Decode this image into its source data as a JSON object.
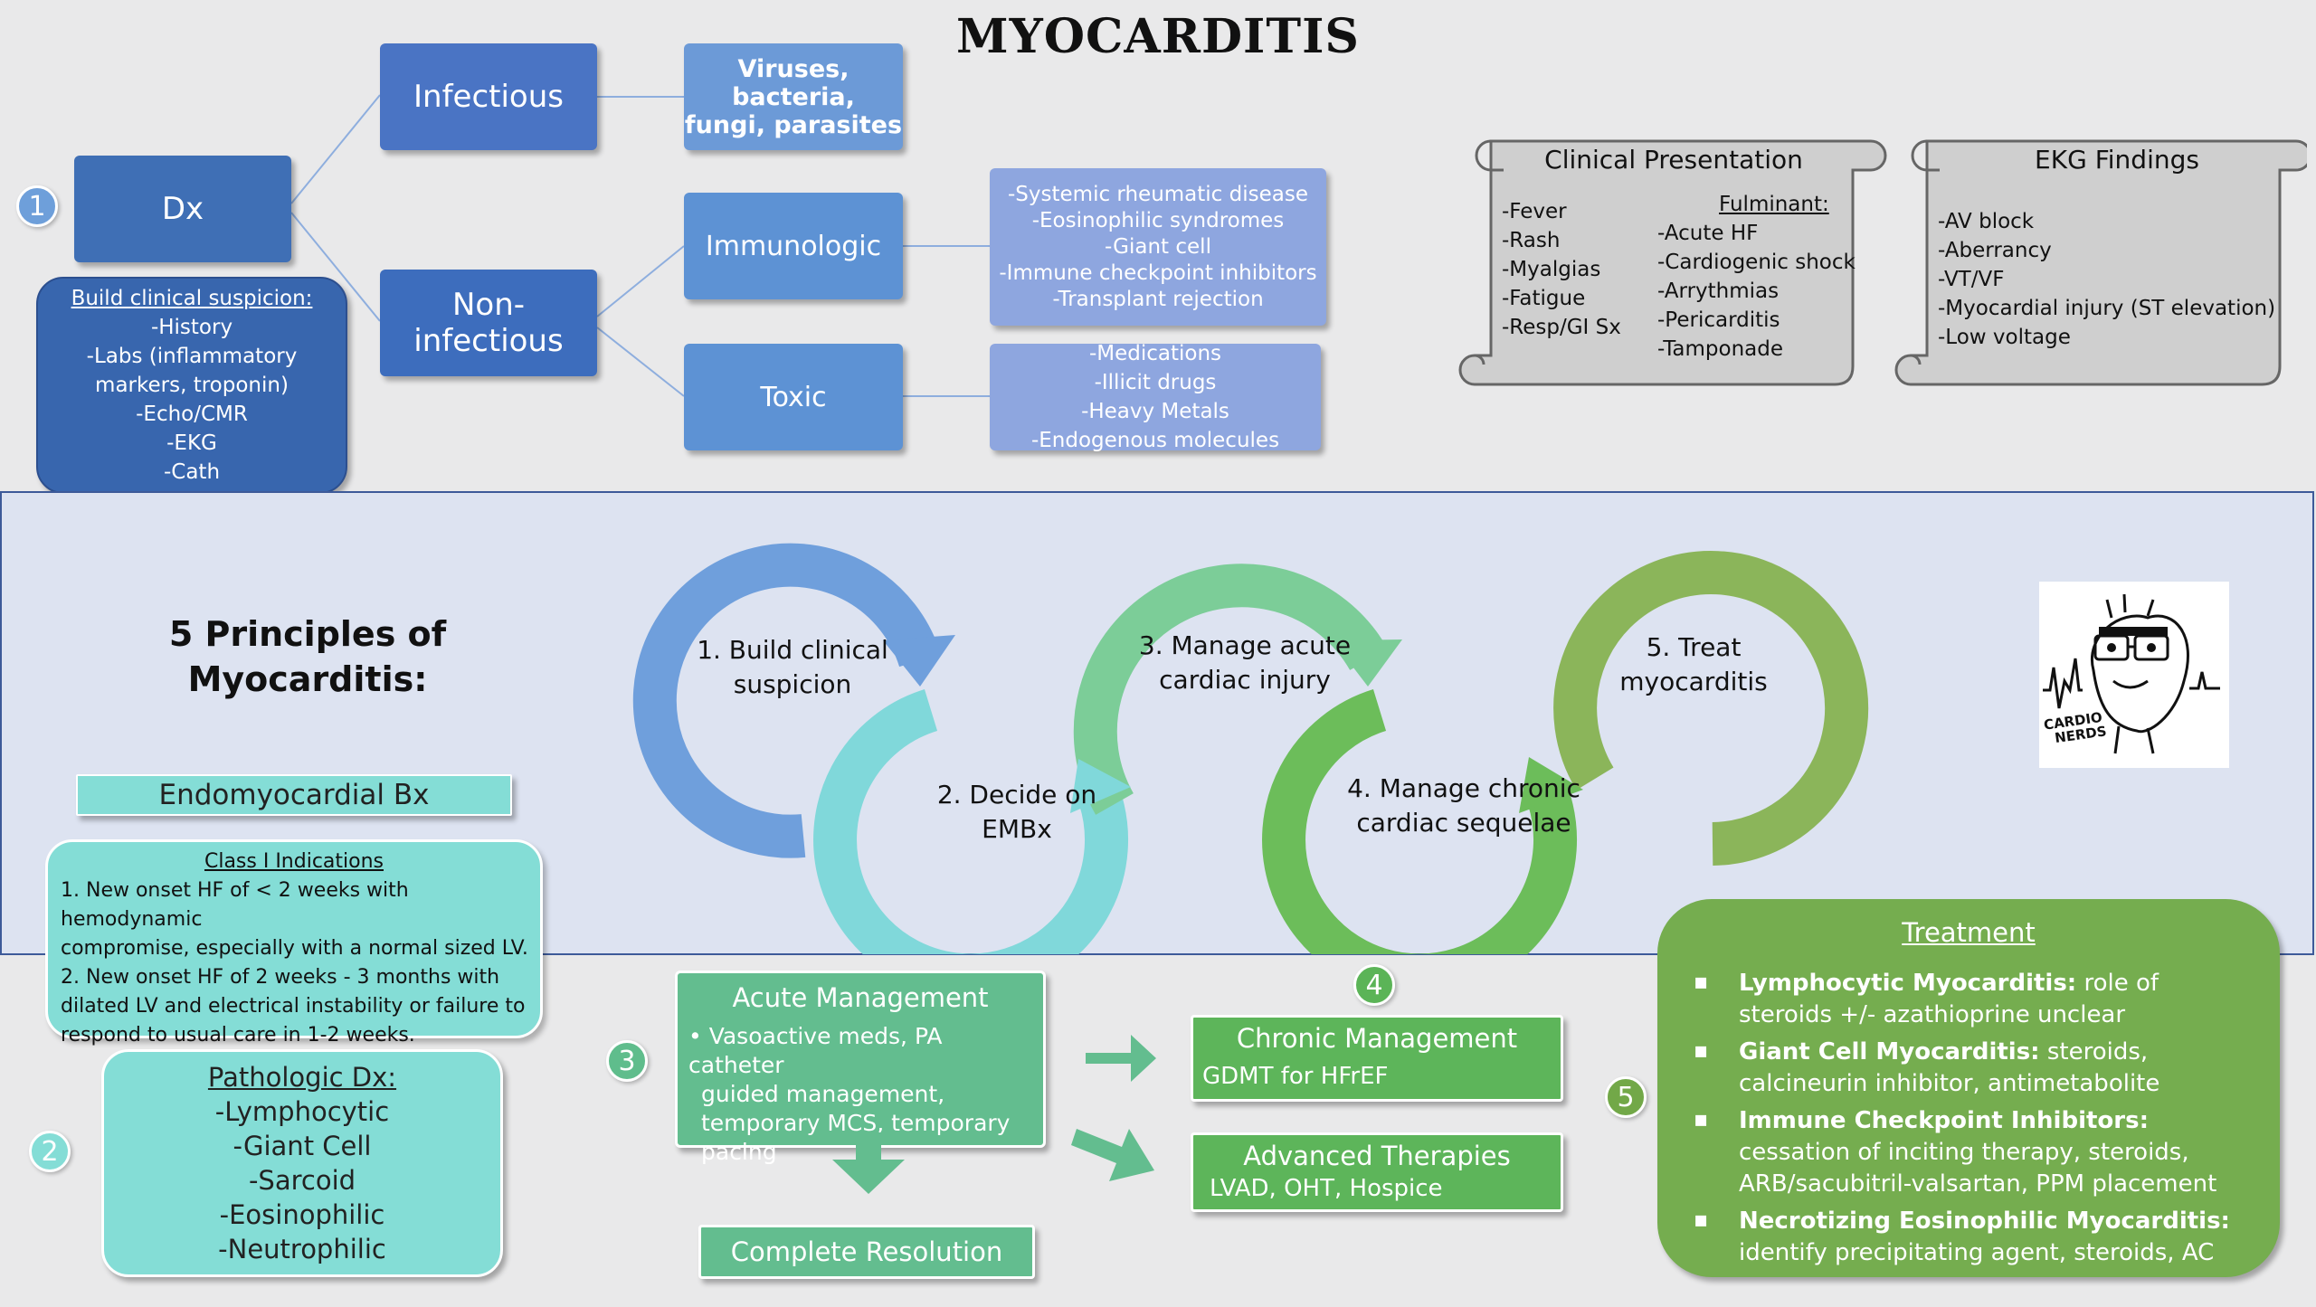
{
  "title": "MYOCARDITIS",
  "dx": {
    "number": "1",
    "label": "Dx",
    "infectious": "Infectious",
    "infectious_causes": [
      "Viruses, bacteria,",
      "fungi, parasites"
    ],
    "noninfectious": "Non-infectious",
    "immunologic": "Immunologic",
    "immunologic_causes": [
      "-Systemic rheumatic disease",
      "-Eosinophilic syndromes",
      "-Giant cell",
      "-Immune checkpoint inhibitors",
      "-Transplant rejection"
    ],
    "toxic": "Toxic",
    "toxic_causes": [
      "-Medications",
      "-Illicit drugs",
      "-Heavy Metals",
      "-Endogenous molecules"
    ],
    "suspicion_title": "Build clinical suspicion:",
    "suspicion_items": [
      "-History",
      "-Labs (inflammatory",
      "markers, troponin)",
      "-Echo/CMR",
      "-EKG",
      "-Cath"
    ]
  },
  "clinical_presentation": {
    "title": "Clinical Presentation",
    "left": [
      "-Fever",
      "-Rash",
      "-Myalgias",
      "-Fatigue",
      "-Resp/GI Sx"
    ],
    "fulminant_title": "Fulminant:",
    "fulminant": [
      "-Acute HF",
      "-Cardiogenic shock",
      "-Arrythmias",
      "-Pericarditis",
      "-Tamponade"
    ]
  },
  "ekg": {
    "title": "EKG Findings",
    "items": [
      "-AV block",
      "-Aberrancy",
      "-VT/VF",
      "-Myocardial injury (ST elevation)",
      "-Low voltage"
    ]
  },
  "principles": {
    "heading_line1": "5 Principles of",
    "heading_line2": "Myocarditis:",
    "steps": [
      {
        "line1": "1. Build clinical",
        "line2": "suspicion"
      },
      {
        "line1": "2. Decide on",
        "line2": "EMBx"
      },
      {
        "line1": "3. Manage acute",
        "line2": "cardiac injury"
      },
      {
        "line1": "4. Manage chronic",
        "line2": "cardiac sequelae"
      },
      {
        "line1": "5. Treat",
        "line2": "myocarditis"
      }
    ],
    "logo_text": [
      "CARDIO",
      "NERDS"
    ]
  },
  "embx": {
    "number": "2",
    "header": "Endomyocardial Bx",
    "indications_title": "Class I Indications",
    "indications": [
      "1. New onset HF of < 2 weeks with hemodynamic",
      "compromise, especially with a normal sized LV.",
      "2. New onset HF of 2 weeks - 3 months with",
      "dilated LV and electrical instability or failure to",
      "respond to usual care in 1-2 weeks."
    ],
    "path_title": "Pathologic Dx:",
    "path_items": [
      "-Lymphocytic",
      "-Giant Cell",
      "-Sarcoid",
      "-Eosinophilic",
      "-Neutrophilic"
    ]
  },
  "acute": {
    "number": "3",
    "title": "Acute Management",
    "body": [
      "• Vasoactive meds, PA catheter",
      "guided management,",
      "temporary MCS, temporary",
      "pacing"
    ],
    "resolution": "Complete Resolution"
  },
  "chronic": {
    "number": "4",
    "title": "Chronic Management",
    "body": "GDMT for HFrEF",
    "advanced_title": "Advanced Therapies",
    "advanced_body": "LVAD, OHT, Hospice"
  },
  "treatment": {
    "number": "5",
    "title": "Treatment",
    "items": [
      {
        "bold": "Lymphocytic Myocarditis:",
        "text": " role of steroids +/- azathioprine unclear"
      },
      {
        "bold": "Giant Cell Myocarditis:",
        "text": " steroids, calcineurin inhibitor, antimetabolite"
      },
      {
        "bold": "Immune Checkpoint Inhibitors:",
        "text": " cessation of inciting therapy, steroids, ARB/sacubitril-valsartan, PPM placement"
      },
      {
        "bold": "Necrotizing Eosinophilic Myocarditis:",
        "text": " identify precipitating agent, steroids, AC"
      }
    ]
  },
  "colors": {
    "blue_dark": "#3f6fb5",
    "blue_mid": "#5b8fd0",
    "blue_light": "#8fa7dc",
    "teal": "#7edcd4",
    "green_mid": "#6abf8c",
    "green": "#5db55a",
    "olive_green": "#75ad4f",
    "band": "#dde3f1"
  }
}
